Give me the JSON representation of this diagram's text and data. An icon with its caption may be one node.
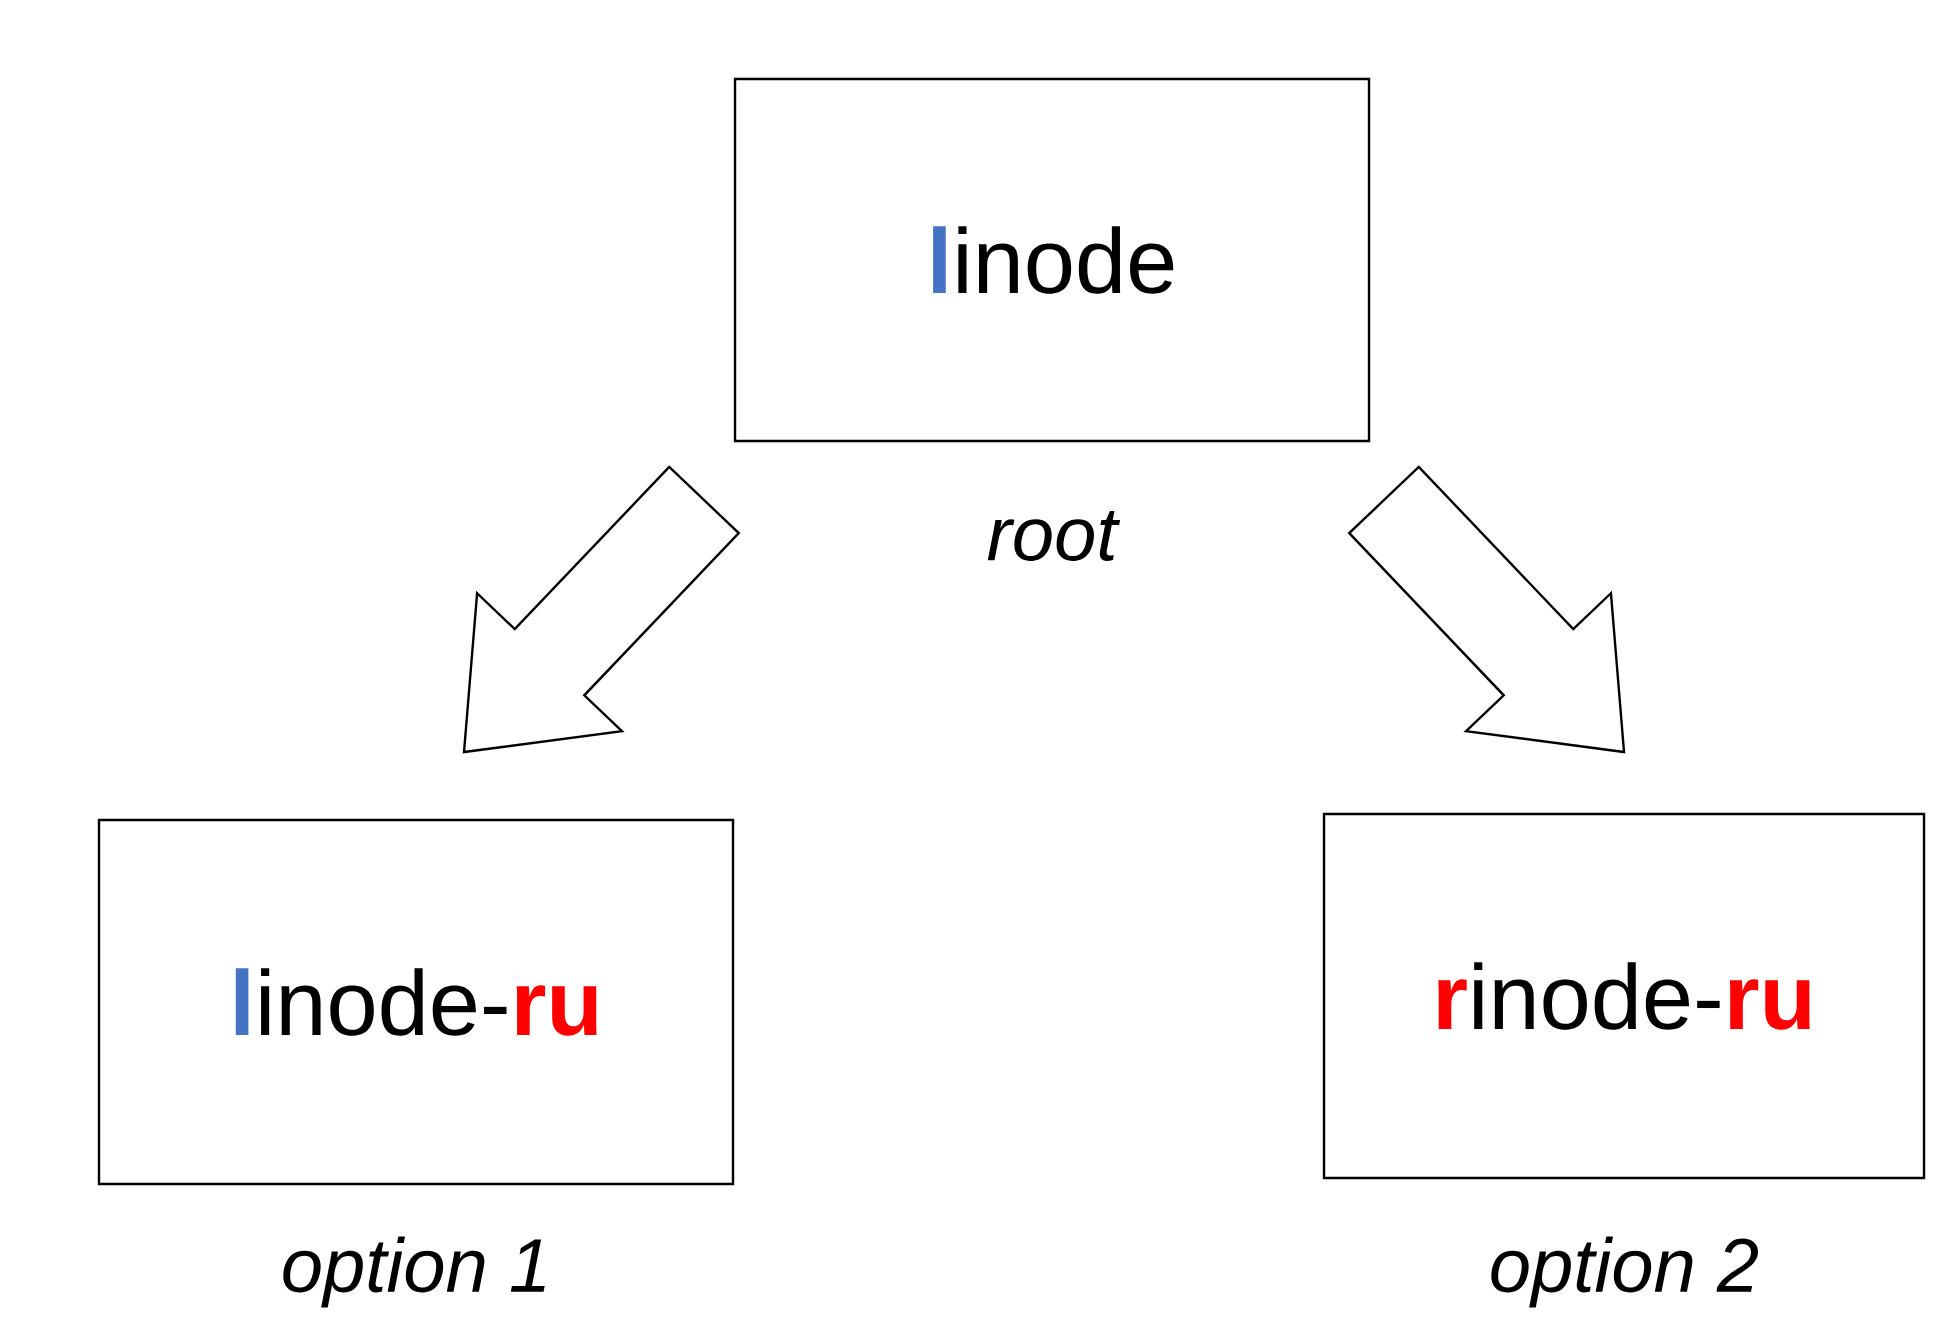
{
  "diagram": {
    "nodes": [
      {
        "text": [
          "**l**inode"
        ],
        "beside": [
          "root"
        ]
      },
      {
        "text": [
          "**l**inode-**ru**"
        ],
        "beside": [
          "option 1"
        ]
      },
      {
        "text": [
          "**r**inode-**ru**"
        ],
        "beside": [
          "option 2"
        ]
      }
    ],
    "edges": [
      {
        "from": 0,
        "to": 1,
        "arrow": "to"
      },
      {
        "from": 0,
        "to": 2,
        "arrow": "to"
      }
    ]
  }
}
